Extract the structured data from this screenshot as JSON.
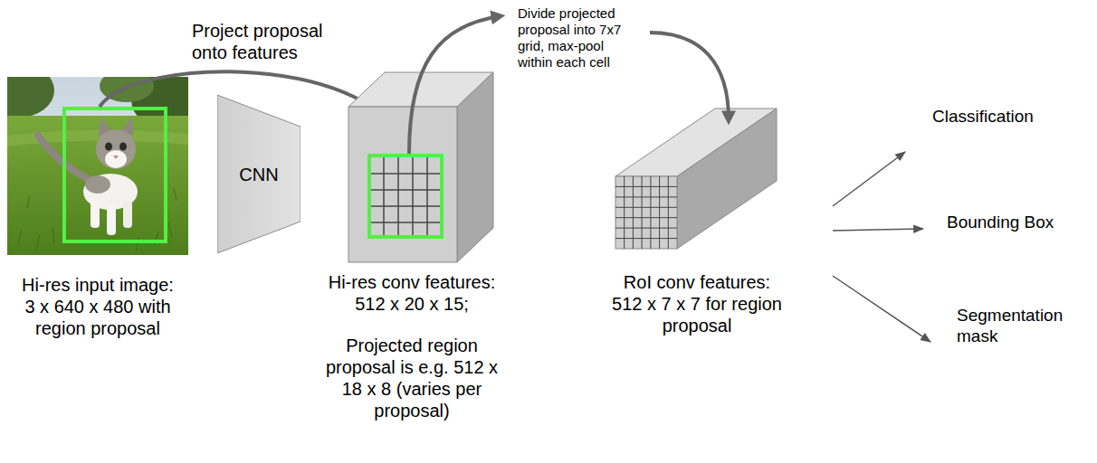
{
  "diagram": {
    "nodes": [
      {
        "text": [
          "CNN"
        ]
      }
    ],
    "labels": [
      "Project proposal onto features",
      "Divide projected proposal into 7x7 grid, max-pool within each cell",
      "Classification",
      "Bounding Box",
      "Segmentation mask",
      "Hi-res input image: 3 x 640 x 480 with region proposal",
      "Hi-res conv features: 512 x 20 x 15;",
      "Projected region proposal is e.g. 512 x 18 x 8 (varies per proposal)",
      "RoI conv features: 512 x 7 x 7 for region proposal"
    ]
  }
}
